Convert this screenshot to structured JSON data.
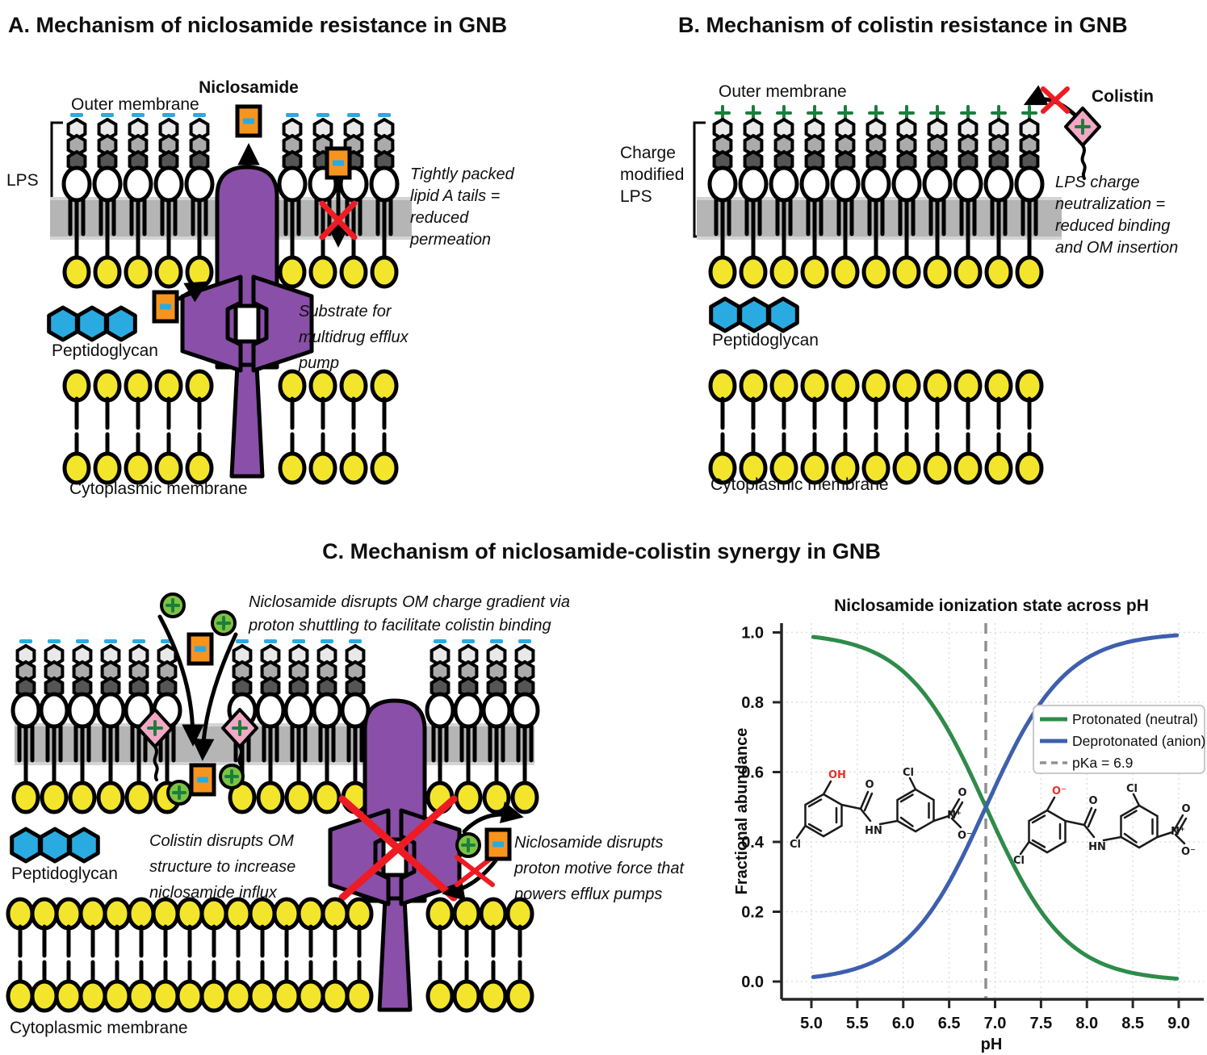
{
  "colors": {
    "pump_purple": "#8a4fa8",
    "lipid_yellow": "#f3e52c",
    "peptidoglycan_blue": "#29abe2",
    "niclosamide_orange": "#f7941e",
    "charge_cyan": "#29abe2",
    "colistin_pink": "#f2a8c6",
    "proton_green": "#7cc243",
    "plus_green": "#1b7e3c",
    "cross_red": "#ed1c24",
    "protonated_line": "#2e8b4a",
    "deprotonated_line": "#3e5fae"
  },
  "panel_a": {
    "title": "A. Mechanism of niclosamide resistance in GNB",
    "outer_membrane_label": "Outer membrane",
    "niclosamide_label": "Niclosamide",
    "lps_label": "LPS",
    "tightly_packed": [
      "Tightly packed",
      "lipid A tails =",
      "reduced",
      "permeation"
    ],
    "substrate": [
      "Substrate for",
      "multidrug efflux",
      "pump"
    ],
    "peptidoglycan_label": "Peptidoglycan",
    "cytoplasmic_membrane_label": "Cytoplasmic membrane"
  },
  "panel_b": {
    "title": "B. Mechanism of colistin resistance in GNB",
    "outer_membrane_label": "Outer membrane",
    "charge_modified": [
      "Charge",
      "modified",
      "LPS"
    ],
    "colistin_label": "Colistin",
    "neutralization": [
      "LPS charge",
      "neutralization =",
      "reduced binding",
      "and OM insertion"
    ],
    "peptidoglycan_label": "Peptidoglycan",
    "cytoplasmic_membrane_label": "Cytoplasmic membrane"
  },
  "panel_c": {
    "title": "C. Mechanism of niclosamide-colistin synergy in GNB",
    "shuttle": [
      "Niclosamide disrupts OM charge gradient via",
      "proton shuttling to facilitate colistin binding"
    ],
    "colistin_disrupts": [
      "Colistin disrupts OM",
      "structure to increase",
      "niclosamide influx"
    ],
    "pmf": [
      "Niclosamide disrupts",
      "proton motive force that",
      "powers efflux pumps"
    ],
    "peptidoglycan_label": "Peptidoglycan",
    "cytoplasmic_membrane_label": "Cytoplasmic membrane"
  },
  "chart": {
    "legend": [
      {
        "label": "Protonated (neutral)"
      },
      {
        "label": "Deprotonated (anion)"
      },
      {
        "label": "pKa = 6.9"
      }
    ],
    "molecule_protonated": {
      "phenol": "OH",
      "carbonyl_o": "O",
      "cl1": "Cl",
      "amide": "HN",
      "cl2": "Cl",
      "n": "N⁺",
      "o_up": "O",
      "o_down": "O⁻"
    },
    "molecule_deprotonated": {
      "phenol": "O⁻",
      "carbonyl_o": "O",
      "cl1": "Cl",
      "amide": "HN",
      "cl2": "Cl",
      "n": "N⁺",
      "o_up": "O",
      "o_down": "O⁻"
    },
    "chart_data": {
      "type": "line",
      "title": "Niclosamide ionization state across pH",
      "xlabel": "pH",
      "ylabel": "Fractional abundance",
      "xlim": [
        4.75,
        9.25
      ],
      "ylim": [
        0.0,
        1.05
      ],
      "grid": true,
      "legend_position": "center right",
      "pka": 6.9,
      "x_tick_labels": [
        "5.0",
        "5.5",
        "6.0",
        "6.5",
        "7.0",
        "7.5",
        "8.0",
        "8.5",
        "9.0"
      ],
      "y_tick_labels": [
        "0.0",
        "0.2",
        "0.4",
        "0.6",
        "0.8",
        "1.0"
      ],
      "series": [
        {
          "name": "Protonated (neutral)",
          "color": "#2e8b4a",
          "formula": "f = 1/(1+10^(pH-6.9))",
          "endpoints": {
            "at_pH5": 0.99,
            "at_pH6.9": 0.5,
            "at_pH9": 0.01
          }
        },
        {
          "name": "Deprotonated (anion)",
          "color": "#3e5fae",
          "formula": "f = 1/(1+10^(6.9-pH))",
          "endpoints": {
            "at_pH5": 0.01,
            "at_pH6.9": 0.5,
            "at_pH9": 0.99
          }
        }
      ],
      "vline": {
        "x": 6.9,
        "style": "dashed",
        "color": "#909090",
        "label": "pKa = 6.9"
      }
    }
  }
}
